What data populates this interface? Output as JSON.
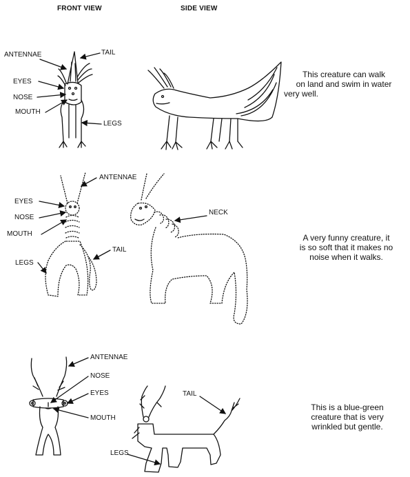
{
  "headers": {
    "front": "FRONT VIEW",
    "side": "SIDE VIEW"
  },
  "creature1": {
    "labels": {
      "antennae": "ANTENNAE",
      "tail": "TAIL",
      "eyes": "EYES",
      "nose": "NOSE",
      "mouth": "MOUTH",
      "legs": "LEGS"
    },
    "desc_lines": [
      "This creature can walk",
      "on land and swim in water",
      "very well."
    ]
  },
  "creature2": {
    "labels": {
      "antennae": "ANTENNAE",
      "eyes": "EYES",
      "nose": "NOSE",
      "mouth": "MOUTH",
      "tail": "TAIL",
      "legs": "LEGS",
      "neck": "NECK"
    },
    "desc_lines": [
      "A very funny creature, it",
      "is so soft that it makes no",
      "noise when it walks."
    ]
  },
  "creature3": {
    "labels": {
      "antennae": "ANTENNAE",
      "nose": "NOSE",
      "eyes": "EYES",
      "mouth": "MOUTH",
      "tail": "TAIL",
      "legs": "LEGS"
    },
    "desc_lines": [
      "This is a blue-green",
      "creature that is very",
      "wrinkled but gentle."
    ]
  }
}
